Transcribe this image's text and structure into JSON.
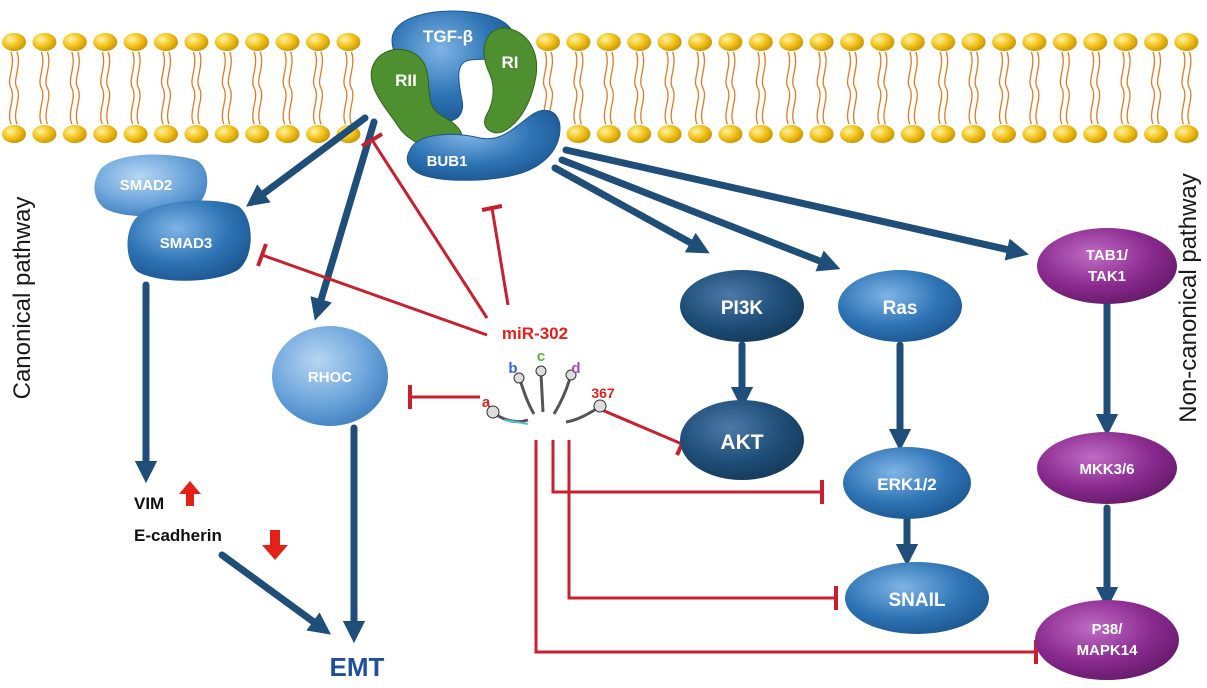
{
  "labels": {
    "tgf": "TGF-β",
    "rii": "RII",
    "ri": "RI",
    "bub1": "BUB1",
    "smad2": "SMAD2",
    "smad3": "SMAD3",
    "rhoc": "RHOC",
    "pi3k": "PI3K",
    "akt": "AKT",
    "ras": "Ras",
    "erk": "ERK1/2",
    "snail": "SNAIL",
    "tab1": "TAB1/",
    "tak1": "TAK1",
    "mkk": "MKK3/6",
    "p38": "P38/",
    "mapk14": "MAPK14",
    "vim": "VIM",
    "ecad": "E-cadherin",
    "emt": "EMT",
    "mir": "miR-302",
    "a": "a",
    "b": "b",
    "c": "c",
    "d": "d",
    "n367": "367",
    "canonical": "Canonical pathway",
    "noncanonical": "Non-canonical pathway"
  },
  "colors": {
    "arrow": "#1f4e79",
    "inhibit": "#c8202f",
    "node_blue": "#2e74b5",
    "node_dark": "#1f4e79",
    "node_light": "#5b9bd5",
    "node_purple": "#8a2a8f",
    "receptor_green": "#4e8f2f",
    "lipid": "#f2c21b",
    "up_down": "#e32119"
  }
}
